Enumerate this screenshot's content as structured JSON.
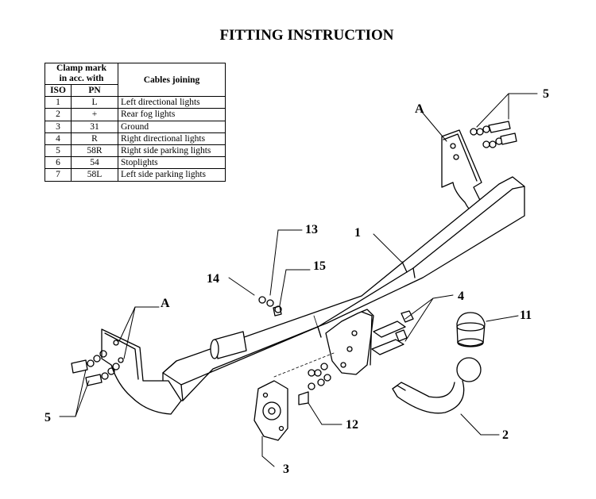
{
  "title": "FITTING INSTRUCTION",
  "table": {
    "header_clamp_line1": "Clamp mark",
    "header_clamp_line2": "in acc. with",
    "header_cables": "Cables joining",
    "col_iso": "ISO",
    "col_pn": "PN",
    "rows": [
      {
        "iso": "1",
        "pn": "L",
        "desc": "Left directional lights"
      },
      {
        "iso": "2",
        "pn": "+",
        "desc": "Rear fog lights"
      },
      {
        "iso": "3",
        "pn": "31",
        "desc": "Ground"
      },
      {
        "iso": "4",
        "pn": "R",
        "desc": "Right directional lights"
      },
      {
        "iso": "5",
        "pn": "58R",
        "desc": "Right side parking lights"
      },
      {
        "iso": "6",
        "pn": "54",
        "desc": "Stoplights"
      },
      {
        "iso": "7",
        "pn": "58L",
        "desc": "Left side parking lights"
      }
    ]
  },
  "callouts": {
    "part1": "1",
    "part2": "2",
    "part3": "3",
    "part4": "4",
    "part5_right": "5",
    "part5_left": "5",
    "part11": "11",
    "part12": "12",
    "part13": "13",
    "part14": "14",
    "part15": "15",
    "mark_a_right": "A",
    "mark_a_left": "A"
  }
}
